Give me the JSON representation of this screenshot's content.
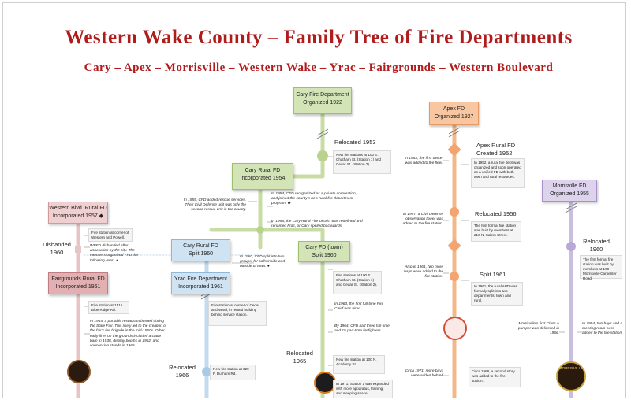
{
  "title": "Western Wake County – Family Tree of Fire Departments",
  "subtitle": "Cary – Apex – Morrisville – Western Wake – Yrac – Fairgrounds – Western Boulevard",
  "colors": {
    "title": "#b01c1c",
    "green_line": "#c9dca4",
    "orange_line": "#f3b888",
    "purple_line": "#c9bde0",
    "pink_line": "#e7c5c6",
    "blue_line": "#c3dbee"
  },
  "boxes": {
    "cary_fd": {
      "name": "Cary Fire Department",
      "sub": "Organized 1922"
    },
    "cary_rural": {
      "name": "Cary Rural FD",
      "sub": "Incorporated 1954"
    },
    "cary_rural_split": {
      "name": "Cary Rural FD",
      "sub": "Split 1960"
    },
    "cary_town": {
      "name": "Cary FD (town)",
      "sub": "Split 1960"
    },
    "yrac": {
      "name": "Yrac Fire Department",
      "sub": "Incorporated 1961"
    },
    "apex": {
      "name": "Apex FD",
      "sub": "Organized 1927"
    },
    "morrisville": {
      "name": "Morrisville FD",
      "sub": "Organized 1955"
    },
    "western_blvd": {
      "name": "Western Blvd. Rural FD",
      "sub": "Incorporated 1957 ◆"
    },
    "fairgrounds": {
      "name": "Fairgrounds Rural FD",
      "sub": "Incorporated 1961"
    }
  },
  "events": {
    "cary_relocated_1953": "Relocated 1953",
    "cary_relocated_1965": "Relocated 1965",
    "yrac_relocated_1966": "Relocated 1966",
    "apex_rural": "Apex Rural FD",
    "apex_created": "Created 1952",
    "apex_relocated_1956": "Relocated 1956",
    "apex_split_1961": "Split 1961",
    "morr_relocated": "Relocated",
    "morr_relocated_year": "1960",
    "wb_disbanded": "Disbanded",
    "wb_disbanded_year": "1960"
  },
  "notes": {
    "cary_1953": "New fire stations at 100 E. Chatham St. (Station 1) and Cedar St. (Station 2).",
    "cary_1954": "In 1954, CFD reorganized as a private corporation, and joined the county's new rural fire department program. ◆",
    "cary_1955": "In 1955, CFD added rescue services. Their Civil Defense unit was only the second rescue unit in the county.",
    "cary_1958": "In 1958, the Cary Rural Fire District was redefined and renamed Frac, or Cary spelled backwards.",
    "cary_1960": "In 1960, CFD split into two groups, for calls inside and outside of town. ●",
    "town_stations": "Fire stations at 100 E. Chatham St. (Station 1) and Cedar St. (Station 2).",
    "town_1963": "In 1963, the first full-time Fire Chief was hired.",
    "town_1964": "By 1964, CFD had three full-time and 15 part-time firefighters.",
    "town_1965": "New fire station at 100 N. Academy St.",
    "town_1971": "In 1971, Station 1 was expanded with more apparatus, training, and sleeping space.",
    "yrac_station": "Fire station at corner of Cedar and Ward, in rented building behind service station.",
    "yrac_1966": "New fire station at 329 F. Durham Rd.",
    "apex_1953": "In 1953, the first tanker was added to the fleet.",
    "apex_1952": "In 1952, a rural fire dept was organized and soon operated as a unified FD with both town and rural resources.",
    "apex_1957": "In 1957, a Civil Defense observation tower was added to the fire station.",
    "apex_1956": "The first formal fire station was built by members at 210 N. Salem Street.",
    "apex_1961_also": "Also in 1961, two more bays were added to the fire station.",
    "apex_1961": "In 1961, the rural APD was formally split into two departments: town and rural.",
    "apex_1968": "Circa 1968, a second story was added to the fire station.",
    "apex_1971": "Circa 1971, more bays were added behind",
    "morr_station": "The first formal fire station was built by members at 100 Morrisville-Carpenter Road.",
    "morr_pumper": "Morrisville's first Class A pumper was delivered in 1966.",
    "morr_1994": "In 1994, two bays and a meeting room were added to the fire station.",
    "wb_station": "Fire station at corner of Western and Powell.",
    "wb_disband": "WBFD disbanded after annexation by the city. The members organized FFD the following year. ▲",
    "fg_station": "Fire station at 1515 Blue Ridge Rd.",
    "fg_1964": "In 1964, a portable restaurant burned during the State Fair. This likely led to the creation of the fair's fire brigade in the mid-1960s. Other early fires on the grounds included a cattle barn in 1938, display booths in 1962, and concession stands in 1965."
  },
  "badge_text": {
    "morrisville": "MORRISVILLE"
  }
}
